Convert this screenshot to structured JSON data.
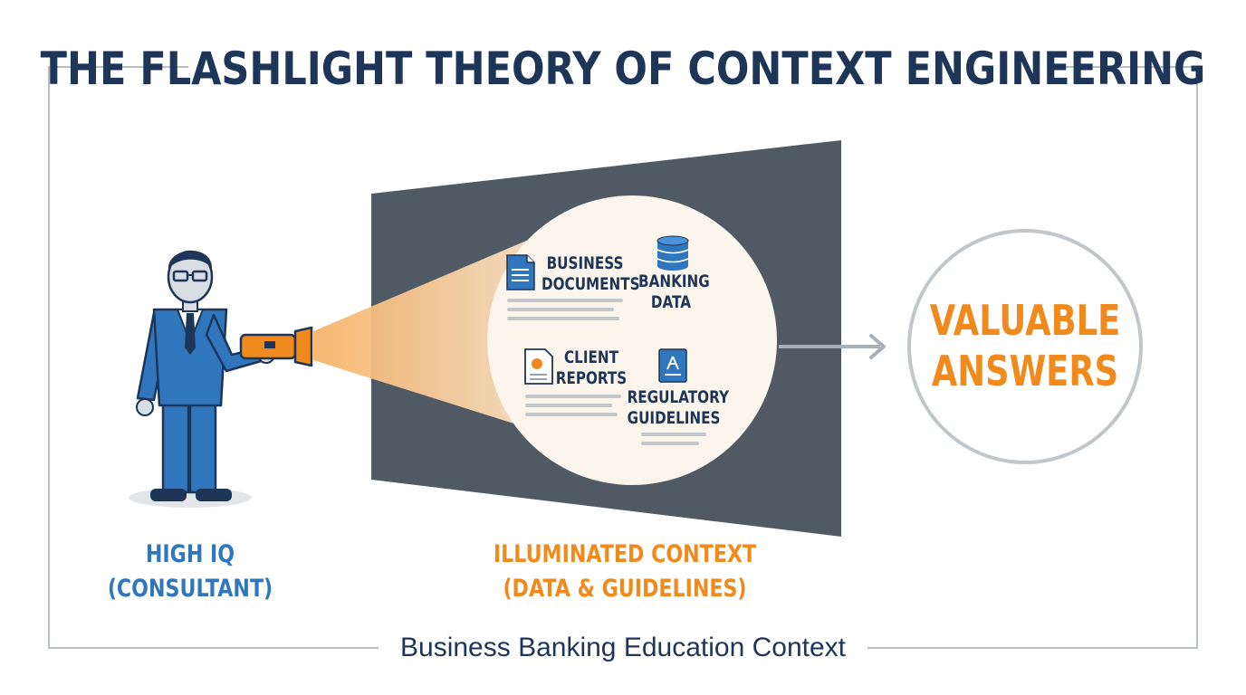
{
  "title": "THE FLASHLIGHT THEORY OF CONTEXT ENGINEERING",
  "footer": "Business Banking Education Context",
  "consultant": {
    "caption_line1": "HIGH IQ",
    "caption_line2": "(CONSULTANT)",
    "icon": "businessman-icon",
    "tool_icon": "flashlight-icon"
  },
  "context": {
    "caption_line1": "ILLUMINATED CONTEXT",
    "caption_line2": "(DATA & GUIDELINES)",
    "items": [
      {
        "line1": "BUSINESS",
        "line2": "DOCUMENTS",
        "icon": "document-icon"
      },
      {
        "line1": "BANKING",
        "line2": "DATA",
        "icon": "database-icon"
      },
      {
        "line1": "CLIENT",
        "line2": "REPORTS",
        "icon": "report-icon"
      },
      {
        "line1": "REGULATORY",
        "line2": "GUIDELINES",
        "icon": "badge-icon"
      }
    ]
  },
  "answer": {
    "line1": "VALUABLE",
    "line2": "ANSWERS"
  },
  "colors": {
    "navy": "#1d3557",
    "blue": "#2f76bd",
    "orange": "#f08a1c",
    "screen": "#4f5a64",
    "spot": "#fbf5ec",
    "frame": "#b8bec4"
  }
}
